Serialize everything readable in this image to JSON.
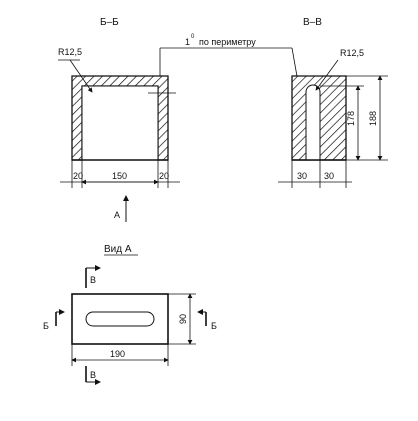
{
  "section_bb": {
    "title": "Б–Б",
    "radius": "R12,5",
    "dim_left": "20",
    "dim_mid": "150",
    "dim_right": "20",
    "view_arrow": "А"
  },
  "note": {
    "roughness": "1",
    "roughness_sup": "0",
    "text": "по периметру"
  },
  "section_vv": {
    "title": "В–В",
    "radius": "R12,5",
    "dim_h1": "178",
    "dim_h2": "188",
    "dim_w1": "30",
    "dim_w2": "30"
  },
  "view_a": {
    "title": "Вид А",
    "dim_w": "190",
    "dim_h": "90",
    "cut_top": "В",
    "cut_bottom": "В",
    "cut_left": "Б",
    "cut_right": "Б"
  }
}
